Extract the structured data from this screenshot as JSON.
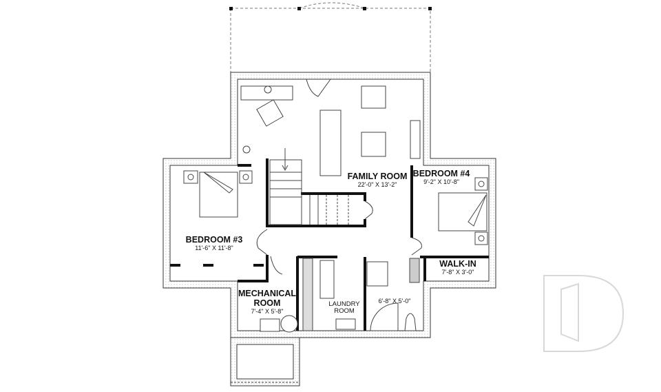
{
  "rooms": {
    "family": {
      "name": "FAMILY ROOM",
      "dims": "22'-0\" X 13'-2\""
    },
    "bedroom3": {
      "name": "BEDROOM #3",
      "dims": "11'-6\" X 11'-8\""
    },
    "bedroom4": {
      "name": "BEDROOM #4",
      "dims": "9'-2\" X 10'-8\""
    },
    "walkin": {
      "name": "WALK-IN",
      "dims": "7'-8\" X 3'-0\""
    },
    "mechanical": {
      "name_line1": "MECHANICAL",
      "name_line2": "ROOM",
      "dims": "7'-4\" X 5'-8\""
    },
    "laundry": {
      "name_line1": "LAUNDRY",
      "name_line2": "ROOM"
    },
    "bath": {
      "dims": "6'-8\" X 5'-0\""
    }
  },
  "colors": {
    "wall": "#111111",
    "outer_wall": "#555555",
    "logo": "#d8d8d8"
  },
  "logo": {
    "letter": "D"
  }
}
